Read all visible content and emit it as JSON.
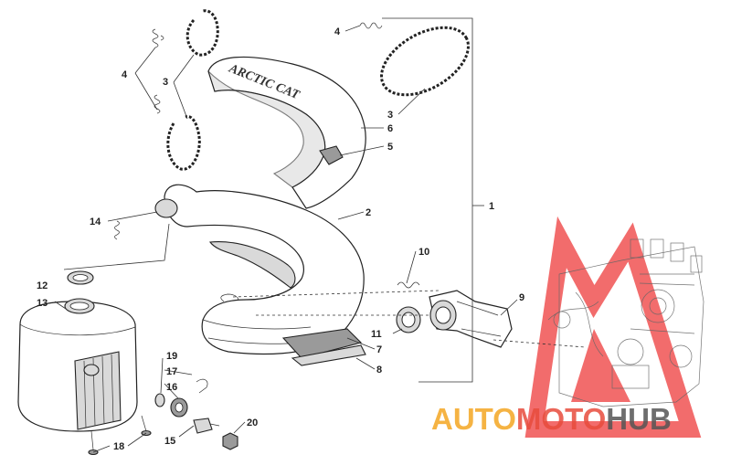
{
  "diagram": {
    "labels": {
      "l1": "1",
      "l2": "2",
      "l3a": "3",
      "l3b": "3",
      "l4a": "4",
      "l4b": "4",
      "l5": "5",
      "l6": "6",
      "l7": "7",
      "l8": "8",
      "l9": "9",
      "l10": "10",
      "l11": "11",
      "l12": "12",
      "l13": "13",
      "l14": "14",
      "l15": "15",
      "l16": "16",
      "l17": "17",
      "l18": "18",
      "l19": "19",
      "l20": "20"
    },
    "shield_text": "ARCTIC CAT"
  },
  "watermark": {
    "part1": "AUTO",
    "part2": "MOTO",
    "part3": "HUB",
    "colors": {
      "auto": "#f4a623",
      "moto": "#e84c3d",
      "hub": "#555555",
      "triangle": "#ee3b3b"
    }
  }
}
